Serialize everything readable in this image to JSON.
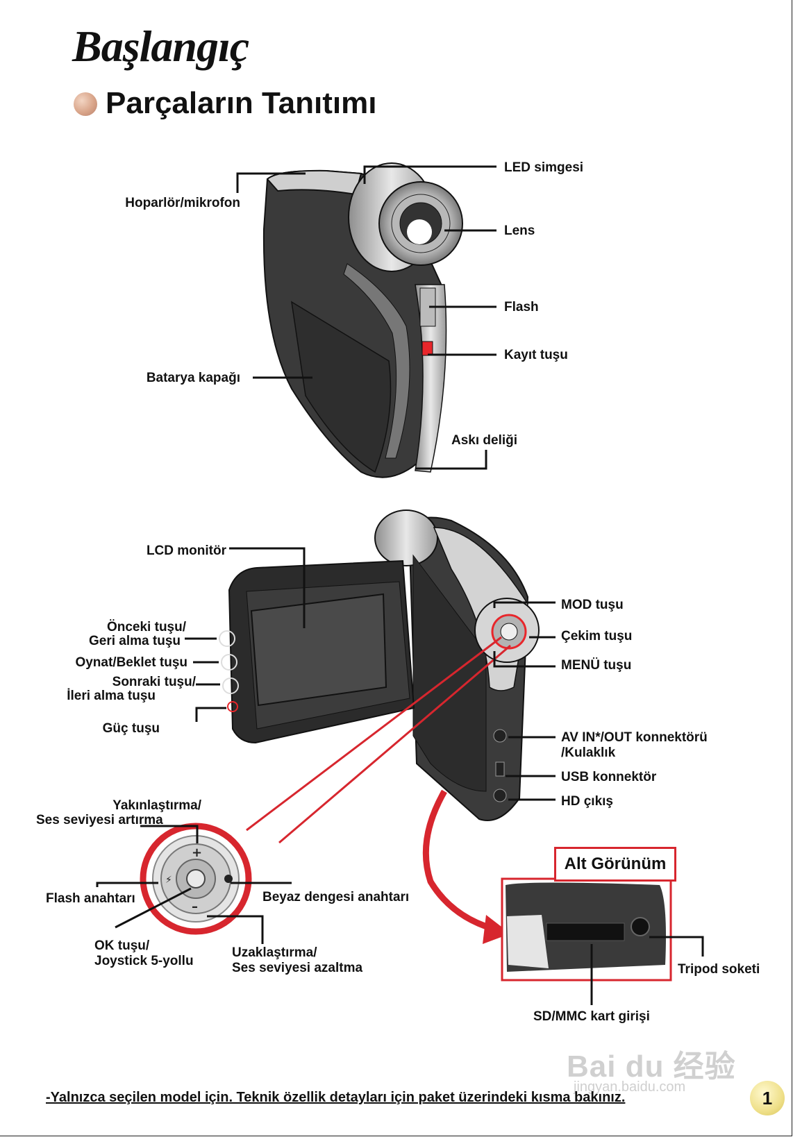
{
  "page": {
    "title": "Başlangıç",
    "subtitle": "Parçaların Tanıtımı",
    "page_number": "1"
  },
  "top_view": {
    "speaker": "Hoparlör/mikrofon",
    "led": "LED simgesi",
    "lens": "Lens",
    "flash": "Flash",
    "record": "Kayıt tuşu",
    "battery": "Batarya kapağı",
    "strap": "Askı deliği"
  },
  "mid_view": {
    "lcd": "LCD monitör",
    "prev_1": "Önceki tuşu/",
    "prev_2": "Geri alma tuşu",
    "play": "Oynat/Beklet tuşu",
    "next_1": "Sonraki tuşu/",
    "next_2": "İleri alma tuşu",
    "power": "Güç tuşu",
    "mode": "MOD tuşu",
    "shoot": "Çekim tuşu",
    "menu": "MENÜ tuşu",
    "av_1": "AV IN*/OUT konnektörü",
    "av_2": "/Kulaklık",
    "usb": "USB konnektör",
    "hd": "HD çıkış"
  },
  "joystick": {
    "zoom_in_1": "Yakınlaştırma/",
    "zoom_in_2": "Ses seviyesi artırma",
    "flash_switch": "Flash anahtarı",
    "white_balance": "Beyaz dengesi anahtarı",
    "ok_1": "OK tuşu/",
    "ok_2": "Joystick 5-yollu",
    "zoom_out_1": "Uzaklaştırma/",
    "zoom_out_2": "Ses seviyesi azaltma"
  },
  "bottom_view": {
    "heading": "Alt Görünüm",
    "tripod": "Tripod soketi",
    "sd": "SD/MMC kart girişi"
  },
  "footnote": "-Yalnızca seçilen model için. Teknik özellik detayları için paket üzerindeki kısma bakınız.",
  "watermark": {
    "main": "Bai du 经验",
    "sub": "jingyan.baidu.com"
  },
  "colors": {
    "accent_red": "#d7262e",
    "body_dark": "#3b3b3b",
    "silver": "#b9b9b9"
  }
}
